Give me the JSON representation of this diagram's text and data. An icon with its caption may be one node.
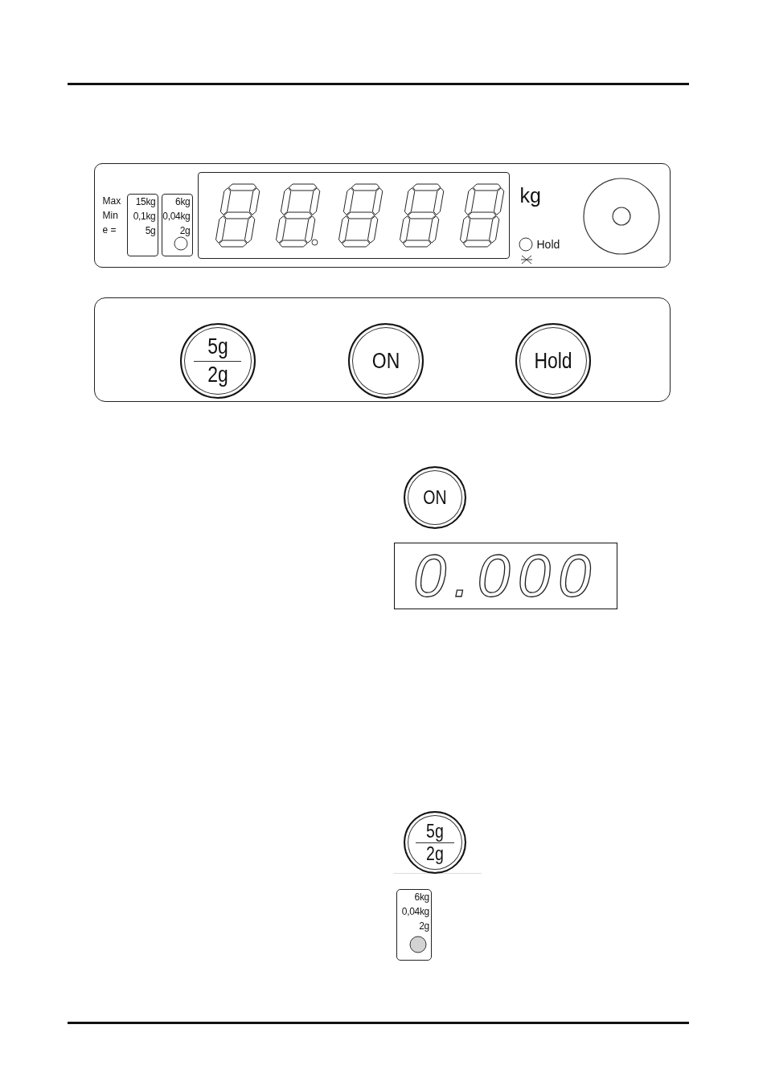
{
  "diagram": {
    "nodes": [
      {
        "text": [
          "Max",
          "Min",
          "e =",
          "kg",
          "Hold"
        ]
      },
      {
        "text": [
          "15kg",
          "0,1kg",
          "5g"
        ],
        "in": 0
      },
      {
        "text": [
          "6kg",
          "0,04kg",
          "2g"
        ],
        "in": 0
      },
      {
        "text": [],
        "shape": "box",
        "in": 0
      },
      {
        "text": [],
        "shape": "box"
      },
      {
        "text": [
          "5g",
          "2g"
        ],
        "in": 4
      },
      {
        "text": [
          "ON"
        ],
        "in": 4
      },
      {
        "text": [
          "Hold"
        ],
        "in": 4
      },
      {
        "text": [
          "ON"
        ]
      },
      {
        "text": [
          "0.000"
        ]
      },
      {
        "text": [
          "5g",
          "2g"
        ]
      },
      {
        "text": [
          "6kg",
          "0,04kg",
          "2g"
        ]
      }
    ]
  }
}
